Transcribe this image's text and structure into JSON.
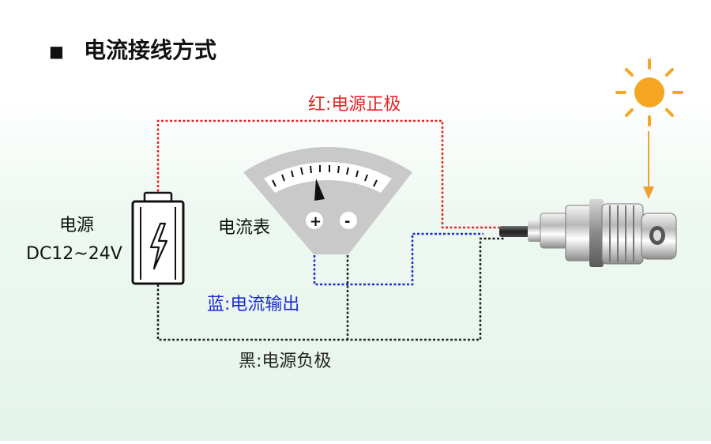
{
  "heading": {
    "bullet": "■",
    "text": "电流接线方式"
  },
  "wires": {
    "red": "红:电源正极",
    "blue": "蓝:电流输出",
    "black": "黑:电源负极"
  },
  "power": {
    "line1": "电源",
    "line2": "DC12~24V"
  },
  "meter": {
    "label": "电流表",
    "plus": "+",
    "minus": "-"
  },
  "colors": {
    "red": "#e32626",
    "blue": "#1a2bd6",
    "black": "#222222",
    "sun": "#f5a623",
    "arrow": "#f0a030",
    "meter_gray": "#c9c9c9"
  },
  "icons": [
    "sun-icon",
    "battery-icon",
    "lightning-icon",
    "ammeter-icon",
    "sensor-probe"
  ]
}
